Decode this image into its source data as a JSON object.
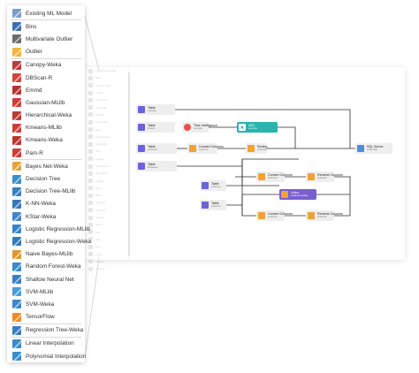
{
  "menu": {
    "items": [
      {
        "label": "Existing ML Model",
        "icon": "ml-model-icon",
        "color": "#7a9ec8"
      },
      {
        "sep": true
      },
      {
        "label": "Bins",
        "icon": "bins-icon",
        "color": "#3c6fb0"
      },
      {
        "label": "Multivariate Outlier",
        "icon": "multivariate-outlier-icon",
        "color": "#6d6d6d"
      },
      {
        "label": "Outlier",
        "icon": "outlier-icon",
        "color": "#f1b73a"
      },
      {
        "sep": true
      },
      {
        "label": "Canopy-Weka",
        "icon": "canopy-icon",
        "color": "#b83c3c"
      },
      {
        "label": "DBScan-R",
        "icon": "dbscan-icon",
        "color": "#d1453b"
      },
      {
        "label": "Emmd",
        "icon": "emmd-icon",
        "color": "#b0352f"
      },
      {
        "label": "Gaussian-MLlib",
        "icon": "gaussian-icon",
        "color": "#cf3e35"
      },
      {
        "label": "Hierarchical-Weka",
        "icon": "hierarchical-icon",
        "color": "#bd3a32"
      },
      {
        "label": "Kmeans-MLlib",
        "icon": "kmeans-mllib-icon",
        "color": "#c93f37"
      },
      {
        "label": "Kmeans-Weka",
        "icon": "kmeans-weka-icon",
        "color": "#b7362f"
      },
      {
        "label": "Pam-R",
        "icon": "pam-icon",
        "color": "#c84038"
      },
      {
        "sep": true
      },
      {
        "label": "Bayes Net-Weka",
        "icon": "bayes-net-icon",
        "color": "#e9a23b"
      },
      {
        "label": "Decision Tree",
        "icon": "decision-tree-icon",
        "color": "#3b8ec9"
      },
      {
        "label": "Decision Tree-MLlib",
        "icon": "decision-tree-mllib-icon",
        "color": "#3a7fc0"
      },
      {
        "label": "K-NN-Weka",
        "icon": "knn-icon",
        "color": "#3a77b5"
      },
      {
        "label": "KStar-Weka",
        "icon": "kstar-icon",
        "color": "#4586c6"
      },
      {
        "label": "Logistic Regression-MLlib",
        "icon": "logistic-regression-mllib-icon",
        "color": "#3b83c4"
      },
      {
        "label": "Logistic Regression-Weka",
        "icon": "logistic-regression-weka-icon",
        "color": "#3579b8"
      },
      {
        "label": "Naive Bayes-MLlib",
        "icon": "naive-bayes-icon",
        "color": "#e0982f"
      },
      {
        "label": "Random Forest-Weka",
        "icon": "random-forest-icon",
        "color": "#3c8ac8"
      },
      {
        "label": "Shallow Neural Net",
        "icon": "shallow-neural-net-icon",
        "color": "#3a7fc1"
      },
      {
        "label": "SVM-MLlib",
        "icon": "svm-mllib-icon",
        "color": "#4c9bd6"
      },
      {
        "label": "SVM-Weka",
        "icon": "svm-weka-icon",
        "color": "#3f88c9"
      },
      {
        "label": "TensorFlow",
        "icon": "tensorflow-icon",
        "color": "#f08a24"
      },
      {
        "sep": true
      },
      {
        "label": "Regression Tree-Weka",
        "icon": "regression-tree-icon",
        "color": "#3a7fc1"
      },
      {
        "sep": true
      },
      {
        "label": "Linear Interpolation",
        "icon": "linear-interpolation-icon",
        "color": "#3b8cc9"
      },
      {
        "label": "Polynomial Interpolation",
        "icon": "polynomial-interpolation-icon",
        "color": "#3b8cc9"
      }
    ]
  },
  "colors": {
    "accent_teal": "#27b5ad",
    "accent_purple": "#7a5fcf",
    "table_icon": "#6c63d8",
    "transform_icon": "#f3a133"
  },
  "canvas": {
    "ghost_items": [
      "Categorical Node",
      "Bins",
      "Concatenate",
      "Count",
      "Cross Join",
      "Date Filter",
      "Distinct",
      "Expression",
      "Filter",
      "Find Replace",
      "Group By",
      "Join",
      "Lookup",
      "Multivariate",
      "Normalize",
      "Outlier",
      "Pivot",
      "Rank",
      "Remove",
      "Rename",
      "Sample",
      "Select",
      "Sort",
      "Split",
      "Text",
      "Union",
      "Unpivot",
      "Window"
    ],
    "nodes": [
      {
        "id": "t1",
        "title": "Table",
        "sub": "example",
        "icon": "table-icon",
        "kind": "grid"
      },
      {
        "id": "t2",
        "title": "Table",
        "sub": "Ducruit",
        "icon": "table-icon",
        "kind": "grid"
      },
      {
        "id": "ti",
        "title": "Time Intelligence",
        "sub": "example",
        "icon": "time-intelligence-icon",
        "kind": "red"
      },
      {
        "id": "abc",
        "title": "ABC",
        "sub": "example",
        "icon": "abc-star-icon",
        "kind": "teal"
      },
      {
        "id": "t3",
        "title": "Table",
        "sub": "customer",
        "icon": "table-icon",
        "kind": "grid"
      },
      {
        "id": "cc1",
        "title": "Convert Columns",
        "sub": "customer",
        "icon": "convert-columns-icon",
        "kind": "sq"
      },
      {
        "id": "sort",
        "title": "Sorting",
        "sub": "customer",
        "icon": "sorting-icon",
        "kind": "sq"
      },
      {
        "id": "sql",
        "title": "SQL Server",
        "sub": "Local SQL",
        "icon": "sql-server-icon",
        "kind": "blue"
      },
      {
        "id": "t4",
        "title": "Table",
        "sub": "Employee",
        "icon": "table-icon",
        "kind": "grid"
      },
      {
        "id": "cc2",
        "title": "Convert Columns",
        "sub": "customer",
        "icon": "convert-columns-icon",
        "kind": "sq"
      },
      {
        "id": "rc1",
        "title": "Rename Columns",
        "sub": "customer",
        "icon": "rename-columns-icon",
        "kind": "sq"
      },
      {
        "id": "t5",
        "title": "Table",
        "sub": "customer",
        "icon": "table-icon",
        "kind": "grid"
      },
      {
        "id": "union",
        "title": "Union",
        "sub": "customer testing",
        "icon": "union-icon",
        "kind": "purple"
      },
      {
        "id": "t6",
        "title": "Table",
        "sub": "customer",
        "icon": "table-icon",
        "kind": "grid"
      },
      {
        "id": "cc3",
        "title": "Convert Columns",
        "sub": "customer",
        "icon": "convert-columns-icon",
        "kind": "sq"
      },
      {
        "id": "rc2",
        "title": "Rename Columns",
        "sub": "customer",
        "icon": "rename-columns-icon",
        "kind": "sq"
      }
    ]
  }
}
